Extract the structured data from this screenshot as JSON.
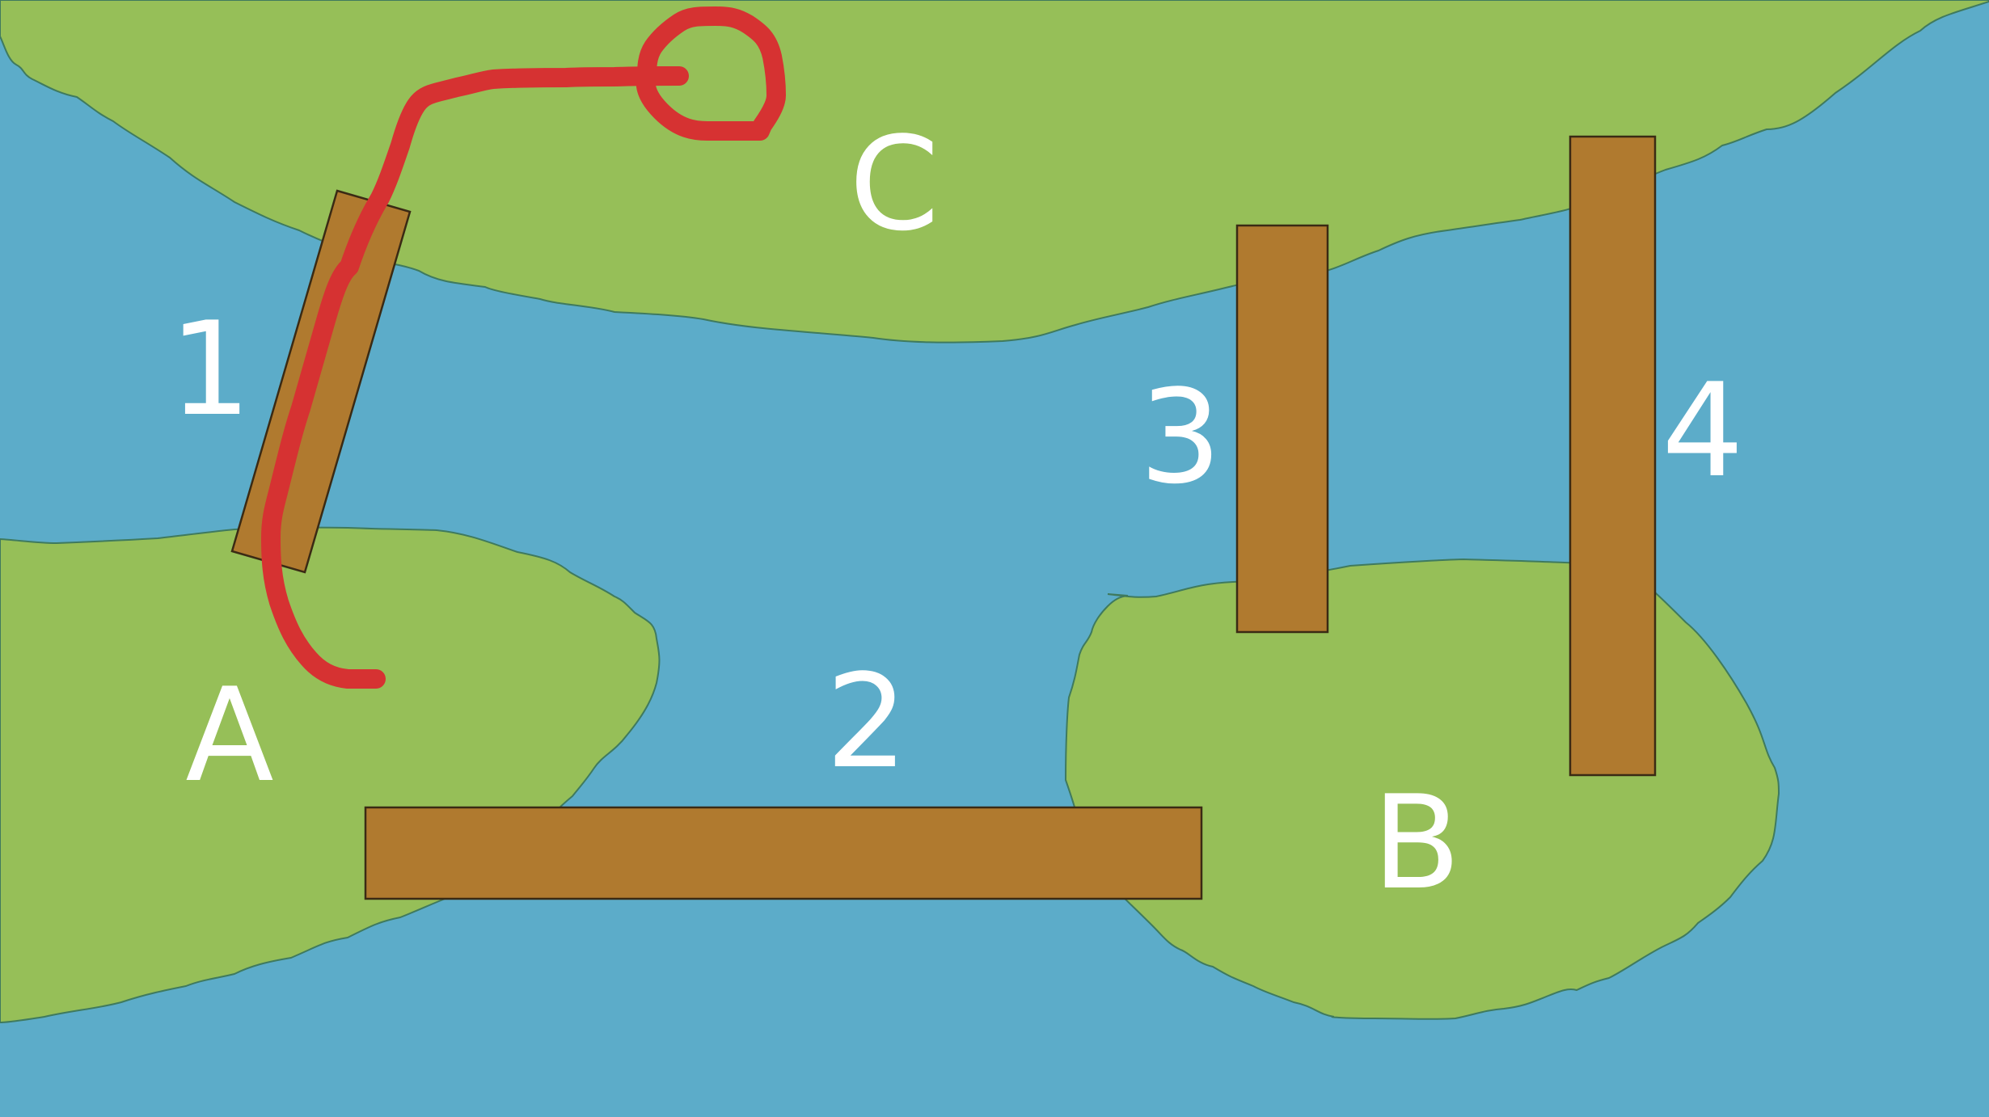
{
  "colors": {
    "water": "#5cacc9",
    "land": "#96bf58",
    "bridge": "#b07a2f",
    "drawn_path": "#d63232",
    "label": "#ffffff"
  },
  "islands": {
    "a": {
      "label": "A"
    },
    "b": {
      "label": "B"
    },
    "c": {
      "label": "C"
    }
  },
  "bridges": [
    {
      "label": "1"
    },
    {
      "label": "2"
    },
    {
      "label": "3"
    },
    {
      "label": "4"
    }
  ]
}
